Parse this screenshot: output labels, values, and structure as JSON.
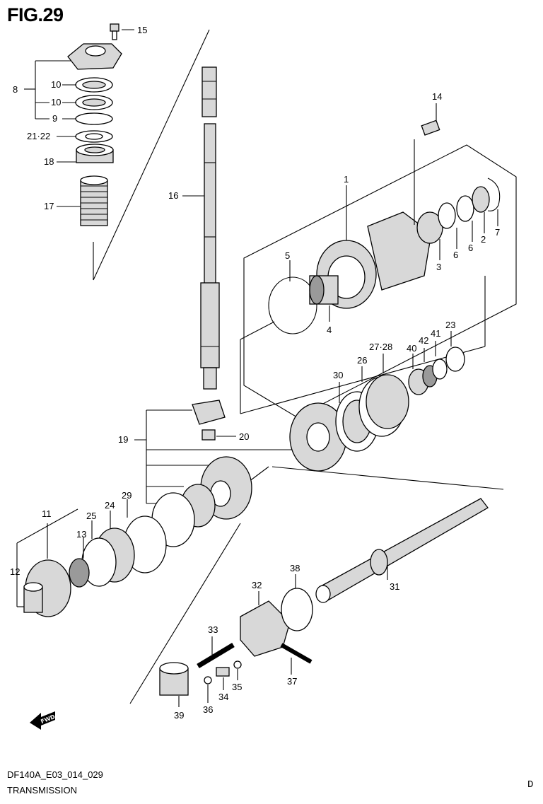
{
  "figure_title": "FIG.29",
  "footer": {
    "code": "DF140A_E03_014_029",
    "title": "TRANSMISSION",
    "page_letter": "D"
  },
  "fwd_label": "FWD",
  "callouts": [
    "1",
    "2",
    "3",
    "4",
    "5",
    "6",
    "6",
    "7",
    "8",
    "9",
    "10",
    "10",
    "11",
    "12",
    "13",
    "14",
    "15",
    "16",
    "17",
    "18",
    "19",
    "20",
    "21·22",
    "23",
    "24",
    "25",
    "26",
    "27·28",
    "29",
    "30",
    "31",
    "32",
    "33",
    "34",
    "35",
    "36",
    "37",
    "38",
    "39",
    "40",
    "41",
    "42"
  ],
  "icons": [
    "fwd-arrow-icon"
  ]
}
